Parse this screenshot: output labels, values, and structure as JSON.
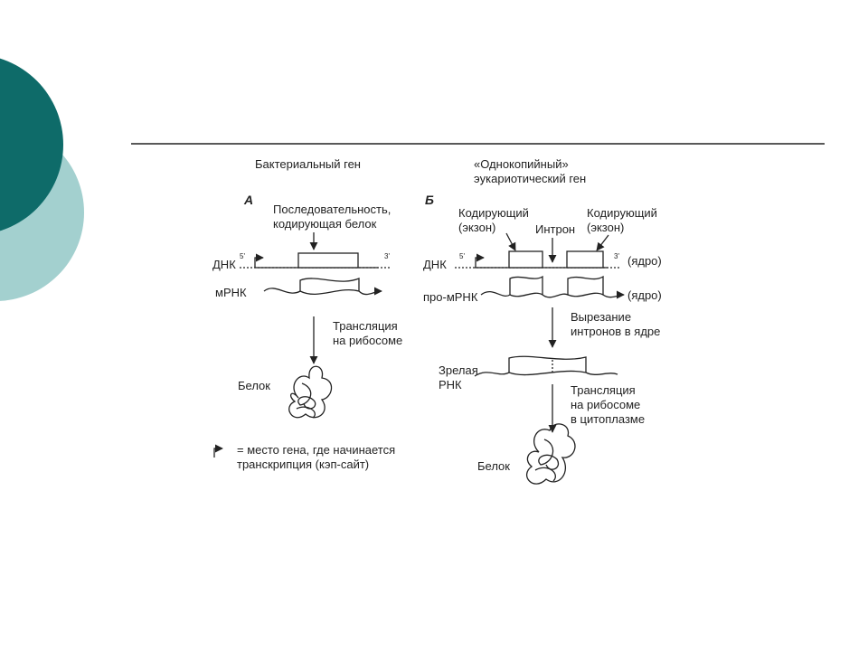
{
  "colors": {
    "circle_dark": "#0e6b69",
    "circle_light": "#a3d0cf",
    "rule": "#222222"
  },
  "left": {
    "heading": "Бактериальный ген",
    "letter": "А",
    "coding_label_line1": "Последовательность,",
    "coding_label_line2": "кодирующая белок",
    "dna_label": "ДНК",
    "prime5": "5'",
    "prime3": "3'",
    "mrna_label": "мРНК",
    "translation_line1": "Трансляция",
    "translation_line2": "на рибосоме",
    "protein_label": "Белок"
  },
  "legend": {
    "line1": "= место гена, где начинается",
    "line2": "транскрипция (кэп-сайт)"
  },
  "right": {
    "heading_line1": "«Однокопийный»",
    "heading_line2": "эукариотический ген",
    "letter": "Б",
    "exon1_line1": "Кодирующий",
    "exon1_line2": "(экзон)",
    "intron_label": "Интрон",
    "exon2_line1": "Кодирующий",
    "exon2_line2": "(экзон)",
    "dna_label": "ДНК",
    "prime5": "5'",
    "prime3": "3'",
    "nucleus1": "(ядро)",
    "premrna_label": "про-мРНК",
    "nucleus2": "(ядро)",
    "splicing_line1": "Вырезание",
    "splicing_line2": "интронов в ядре",
    "mature_line1": "Зрелая",
    "mature_line2": "РНК",
    "translation_line1": "Трансляция",
    "translation_line2": "на рибосоме",
    "translation_line3": "в цитоплазме",
    "protein_label": "Белок"
  }
}
